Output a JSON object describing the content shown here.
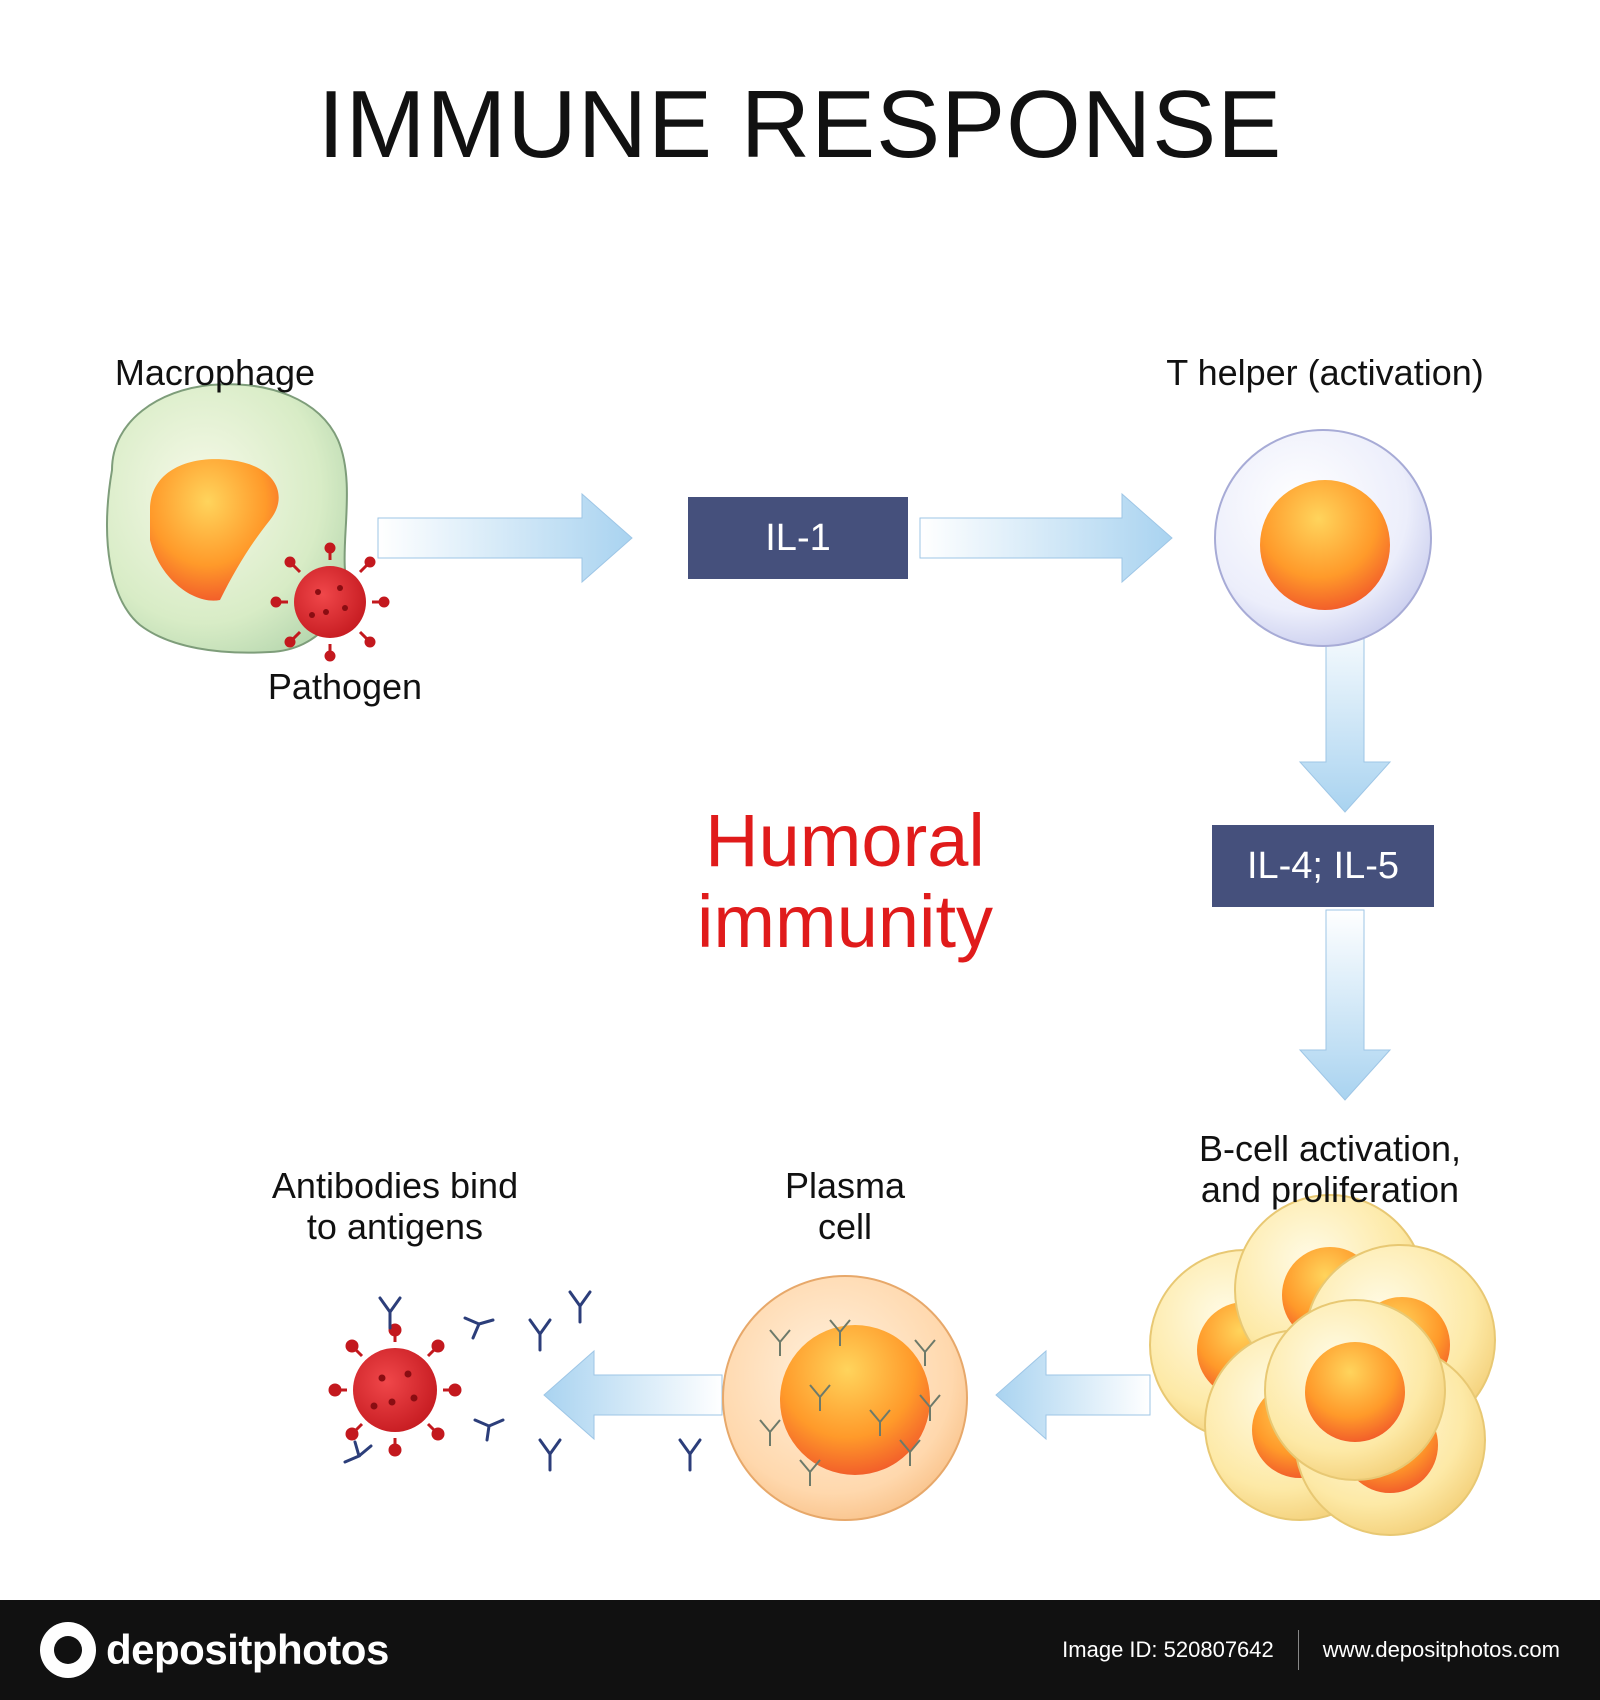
{
  "title": "IMMUNE RESPONSE",
  "nodes": {
    "macrophage": "Macrophage",
    "pathogen": "Pathogen",
    "t_helper": "T helper (activation)",
    "b_cell_line1": "B-cell activation,",
    "b_cell_line2": "and proliferation",
    "plasma_line1": "Plasma",
    "plasma_line2": "cell",
    "antibodies_line1": "Antibodies bind",
    "antibodies_line2": "to antigens"
  },
  "cytokines": {
    "il1": "IL-1",
    "il4_il5": "IL-4; IL-5"
  },
  "center_label": {
    "line1": "Humoral",
    "line2": "immunity"
  },
  "footer": {
    "brand": "depositphotos",
    "image_id": "Image ID: 520807642",
    "url": "www.depositphotos.com"
  },
  "colors": {
    "title": "#111111",
    "center_label": "#e01b1b",
    "cytokine_box": "#45507c",
    "arrow": "#b9dcf3",
    "pathogen": "#d8262c",
    "footer_bg": "#111111"
  }
}
